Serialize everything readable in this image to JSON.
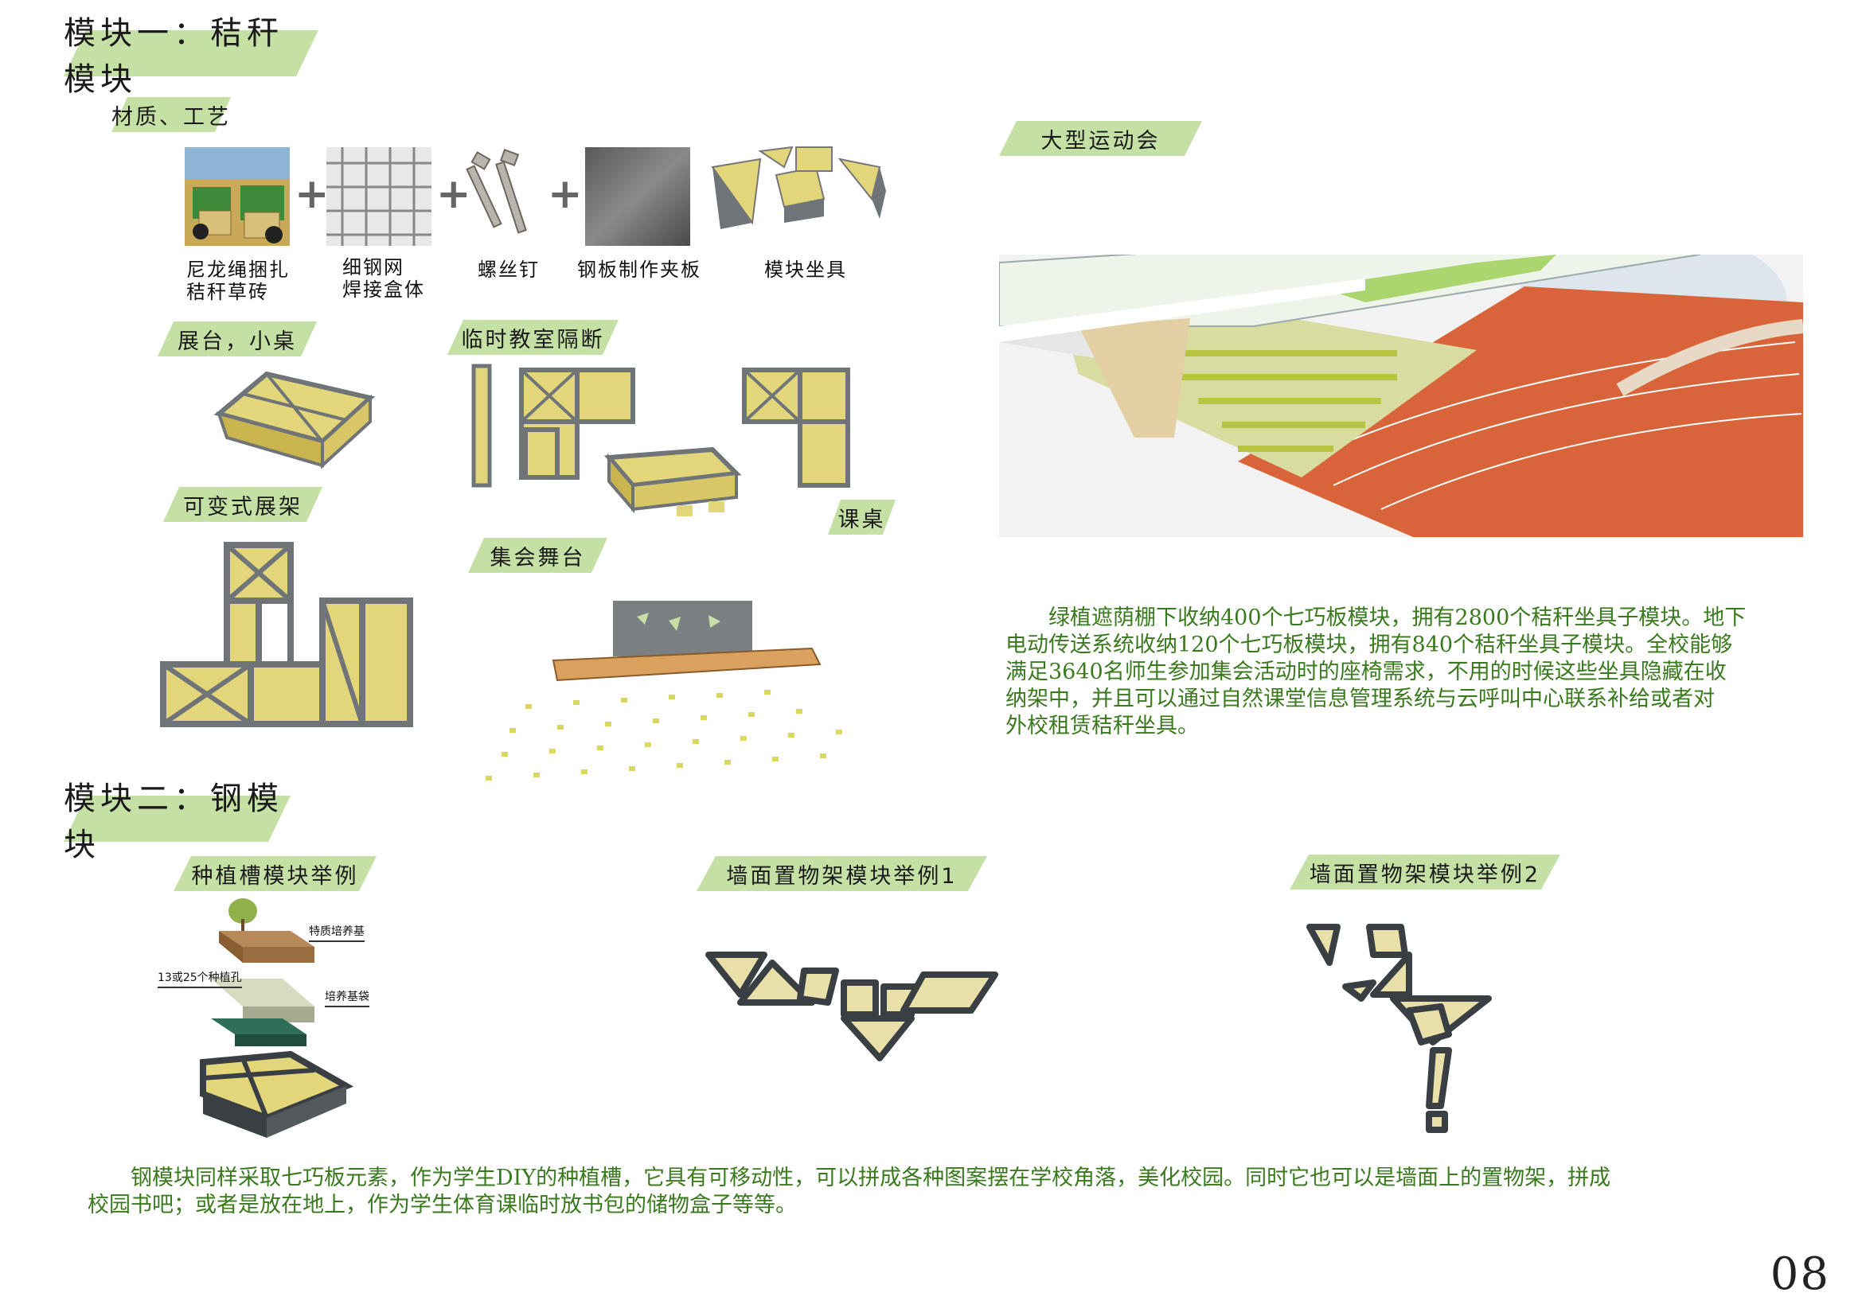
{
  "module1": {
    "title": "模块一：秸秆模块",
    "materials_tag": "材质、工艺",
    "materials": [
      {
        "label": "尼龙绳捆扎\n秸秆草砖",
        "icon": "straw-bale-tractor-photo"
      },
      {
        "label": "细钢网\n焊接盒体",
        "icon": "steel-mesh"
      },
      {
        "label": "螺丝钉",
        "icon": "screws"
      },
      {
        "label": "钢板制作夹板",
        "icon": "steel-plate"
      },
      {
        "label": "模块坐具",
        "icon": "module-seats"
      }
    ],
    "display_table_tag": "展台，小桌",
    "partition_tag": "临时教室隔断",
    "desk_label": "课桌",
    "shelf_tag": "可变式展架",
    "stage_tag": "集会舞台"
  },
  "sports": {
    "tag": "大型运动会",
    "paragraph": "绿植遮荫棚下收纳400个七巧板模块，拥有2800个秸秆坐具子模块。地下电动传送系统收纳120个七巧板模块，拥有840个秸秆坐具子模块。全校能够满足3640名师生参加集会活动时的座椅需求，不用的时候这些坐具隐藏在收纳架中，并且可以通过自然课堂信息管理系统与云呼叫中心联系补给或者对外校租赁秸秆坐具。",
    "lines": [
      "　　绿植遮荫棚下收纳400个七巧板模块，拥有2800个秸秆坐具子模块。地下",
      "电动传送系统收纳120个七巧板模块，拥有840个秸秆坐具子模块。全校能够",
      "满足3640名师生参加集会活动时的座椅需求，不用的时候这些坐具隐藏在收",
      "纳架中，并且可以通过自然课堂信息管理系统与云呼叫中心联系补给或者对",
      "外校租赁秸秆坐具。"
    ]
  },
  "module2": {
    "title": "模块二：钢模块",
    "planter_tag": "种植槽模块举例",
    "planter_annotations": [
      "特质培养基",
      "13或25个种植孔",
      "培养基袋"
    ],
    "wall1_tag": "墙面置物架模块举例1",
    "wall2_tag": "墙面置物架模块举例2",
    "lines": [
      "　　钢模块同样采取七巧板元素，作为学生DIY的种植槽，它具有可移动性，可以拼成各种图案摆在学校角落，美化校园。同时它也可以是墙面上的置物架，拼成",
      "校园书吧；或者是放在地上，作为学生体育课临时放书包的储物盒子等等。"
    ]
  },
  "page_number": "08",
  "colors": {
    "tag_green": "#c5e0a5",
    "text_green": "#3a7a1e",
    "straw_yellow": "#e3d57a",
    "steel_grey": "#6e7478",
    "track_orange": "#d9643a"
  }
}
